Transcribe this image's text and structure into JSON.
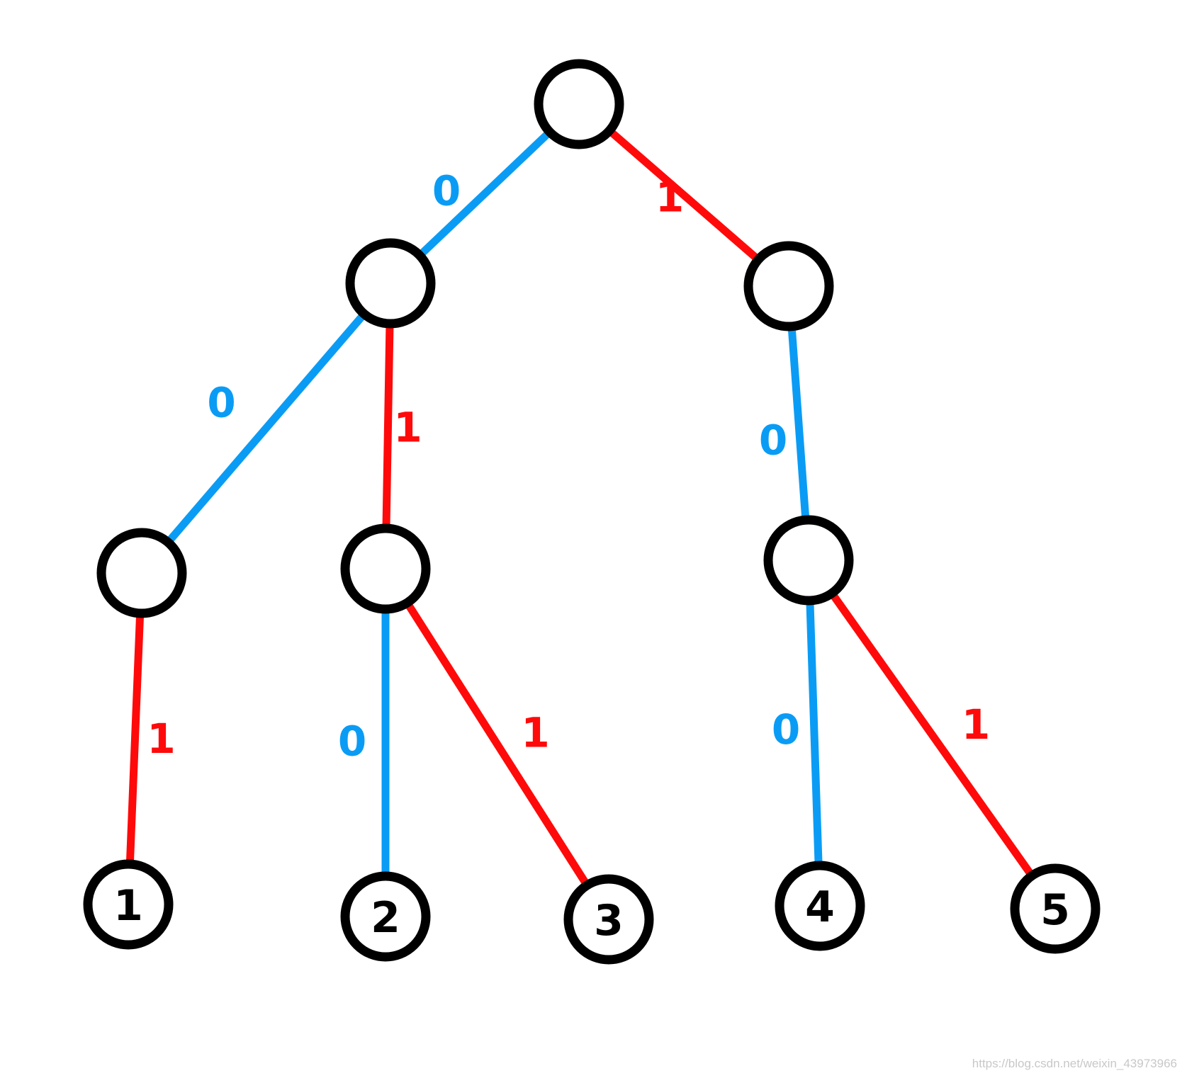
{
  "colors": {
    "edge_0": "#0a9cf5",
    "edge_1": "#ff0a0a",
    "node_stroke": "#000000",
    "node_fill": "#ffffff"
  },
  "nodes": [
    {
      "id": "root",
      "label": ""
    },
    {
      "id": "n0",
      "label": ""
    },
    {
      "id": "n1",
      "label": ""
    },
    {
      "id": "n00",
      "label": ""
    },
    {
      "id": "n01",
      "label": ""
    },
    {
      "id": "n10",
      "label": ""
    },
    {
      "id": "leaf1",
      "label": "1"
    },
    {
      "id": "leaf2",
      "label": "2"
    },
    {
      "id": "leaf3",
      "label": "3"
    },
    {
      "id": "leaf4",
      "label": "4"
    },
    {
      "id": "leaf5",
      "label": "5"
    }
  ],
  "edges": [
    {
      "from": "root",
      "to": "n0",
      "bit": "0"
    },
    {
      "from": "root",
      "to": "n1",
      "bit": "1"
    },
    {
      "from": "n0",
      "to": "n00",
      "bit": "0"
    },
    {
      "from": "n0",
      "to": "n01",
      "bit": "1"
    },
    {
      "from": "n1",
      "to": "n10",
      "bit": "0"
    },
    {
      "from": "n00",
      "to": "leaf1",
      "bit": "1"
    },
    {
      "from": "n01",
      "to": "leaf2",
      "bit": "0"
    },
    {
      "from": "n01",
      "to": "leaf3",
      "bit": "1"
    },
    {
      "from": "n10",
      "to": "leaf4",
      "bit": "0"
    },
    {
      "from": "n10",
      "to": "leaf5",
      "bit": "1"
    }
  ],
  "watermark": "https://blog.csdn.net/weixin_43973966"
}
